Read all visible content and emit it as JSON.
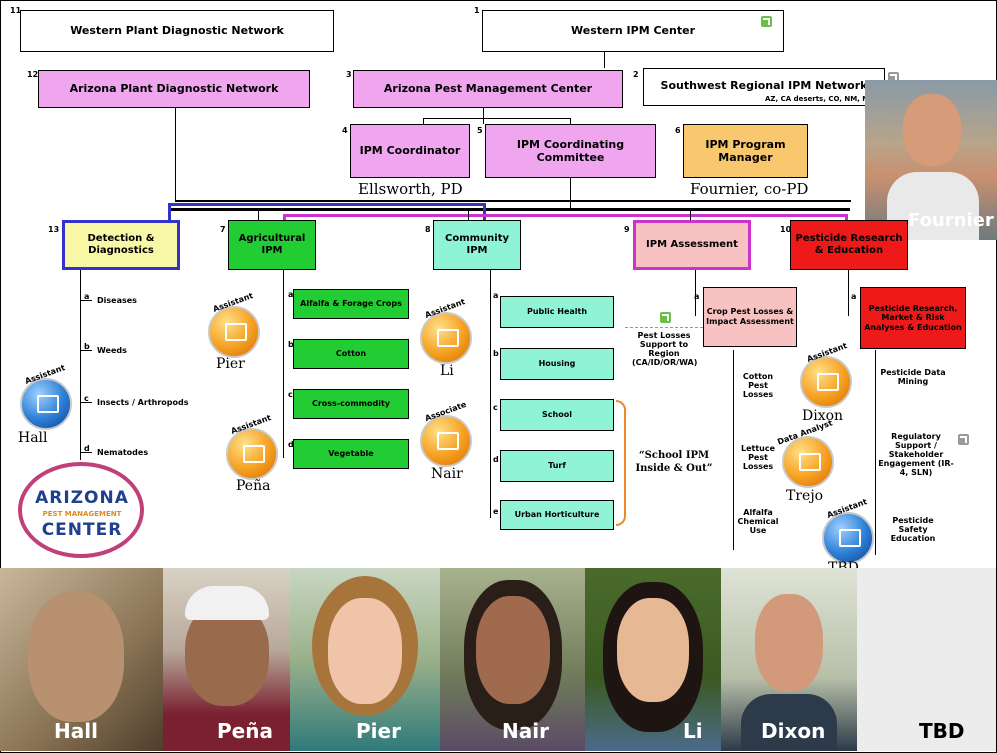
{
  "boxes": {
    "wpdn": {
      "num": "11",
      "label": "Western Plant Diagnostic Network"
    },
    "wipm": {
      "num": "1",
      "label": "Western IPM Center"
    },
    "azpdn": {
      "num": "12",
      "label": "Arizona Plant Diagnostic Network"
    },
    "apmc": {
      "num": "3",
      "label": "Arizona Pest Management Center"
    },
    "swrin": {
      "num": "2",
      "label": "Southwest Regional IPM Network",
      "sub": "AZ, CA deserts, CO, NM, NV"
    },
    "coord": {
      "num": "4",
      "label": "IPM Coordinator",
      "person": "Ellsworth, PD"
    },
    "comm": {
      "num": "5",
      "label": "IPM Coordinating Committee"
    },
    "mgr": {
      "num": "6",
      "label": "IPM Program Manager",
      "person": "Fournier, co-PD"
    },
    "detect": {
      "num": "13",
      "label": "Detection & Diagnostics"
    },
    "ag": {
      "num": "7",
      "label": "Agricultural IPM"
    },
    "community": {
      "num": "8",
      "label": "Community IPM"
    },
    "assess": {
      "num": "9",
      "label": "IPM Assessment"
    },
    "pesticide": {
      "num": "10",
      "label": "Pesticide Research & Education"
    }
  },
  "detection_items": [
    {
      "letter": "a",
      "label": "Diseases"
    },
    {
      "letter": "b",
      "label": "Weeds"
    },
    {
      "letter": "c",
      "label": "Insects / Arthropods"
    },
    {
      "letter": "d",
      "label": "Nematodes"
    }
  ],
  "ag_items": [
    {
      "letter": "a",
      "label": "Alfalfa & Forage Crops"
    },
    {
      "letter": "b",
      "label": "Cotton"
    },
    {
      "letter": "c",
      "label": "Cross-commodity"
    },
    {
      "letter": "d",
      "label": "Vegetable"
    }
  ],
  "community_items": [
    {
      "letter": "a",
      "label": "Public Health"
    },
    {
      "letter": "b",
      "label": "Housing"
    },
    {
      "letter": "c",
      "label": "School"
    },
    {
      "letter": "d",
      "label": "Turf"
    },
    {
      "letter": "e",
      "label": "Urban Horticulture"
    }
  ],
  "school_quote": "“School IPM Inside & Out”",
  "assess_sub": {
    "letter": "a",
    "label": "Crop Pest Losses & Impact Assessment"
  },
  "assess_items": [
    "Cotton Pest Losses",
    "Lettuce Pest Losses",
    "Alfalfa Chemical Use"
  ],
  "pest_losses_note": "Pest Losses Support to Region (CA/ID/OR/WA)",
  "pesticide_sub": {
    "letter": "a",
    "label": "Pesticide Research, Market & Risk Analyses & Education"
  },
  "pesticide_items": [
    "Pesticide Data Mining",
    "Regulatory Support / Stakeholder Engagement (IR-4, SLN)",
    "Pesticide Safety Education"
  ],
  "staff": [
    {
      "role": "Assistant",
      "name": "Pier"
    },
    {
      "role": "Assistant",
      "name": "Peña"
    },
    {
      "role": "Assistant",
      "name": "Li"
    },
    {
      "role": "Associate",
      "name": "Nair"
    },
    {
      "role": "Assistant",
      "name": "Hall"
    },
    {
      "role": "Assistant",
      "name": "Dixon"
    },
    {
      "role": "Data Analyst",
      "name": "Trejo"
    },
    {
      "role": "Assistant",
      "name": "TBD"
    }
  ],
  "logo": {
    "line1": "ARIZONA",
    "line2": "PEST MANAGEMENT",
    "line3": "CENTER"
  },
  "fournier_label": "Fournier",
  "photos": [
    "Hall",
    "Peña",
    "Pier",
    "Nair",
    "Li",
    "Dixon",
    "TBD"
  ],
  "colors": {
    "pink": "#f0a6ef",
    "green": "#22cc33",
    "mint": "#8ff3d6",
    "yellow": "#f7f7a6",
    "red": "#ee1a1a",
    "salmon": "#f9c2c2",
    "orange_box": "#f9c76d",
    "blue": "#3333cc",
    "magenta": "#cc33cc"
  }
}
